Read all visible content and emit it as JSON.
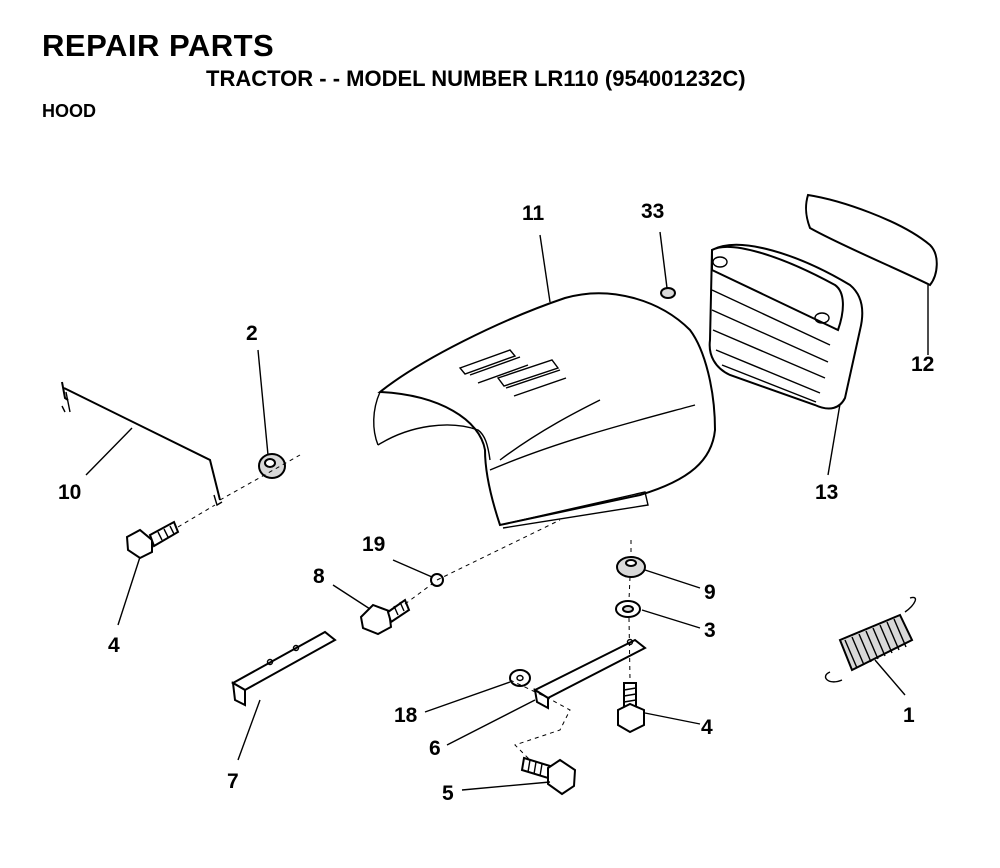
{
  "header": {
    "title": "REPAIR PARTS",
    "subtitle": "TRACTOR - - MODEL NUMBER LR110 (954001232C)",
    "section": "HOOD"
  },
  "callouts": {
    "p1": "1",
    "p2": "2",
    "p3": "3",
    "p4a": "4",
    "p4b": "4",
    "p5": "5",
    "p6": "6",
    "p7": "7",
    "p8": "8",
    "p9": "9",
    "p10": "10",
    "p11": "11",
    "p12": "12",
    "p13": "13",
    "p18": "18",
    "p19": "19",
    "p33": "33"
  }
}
